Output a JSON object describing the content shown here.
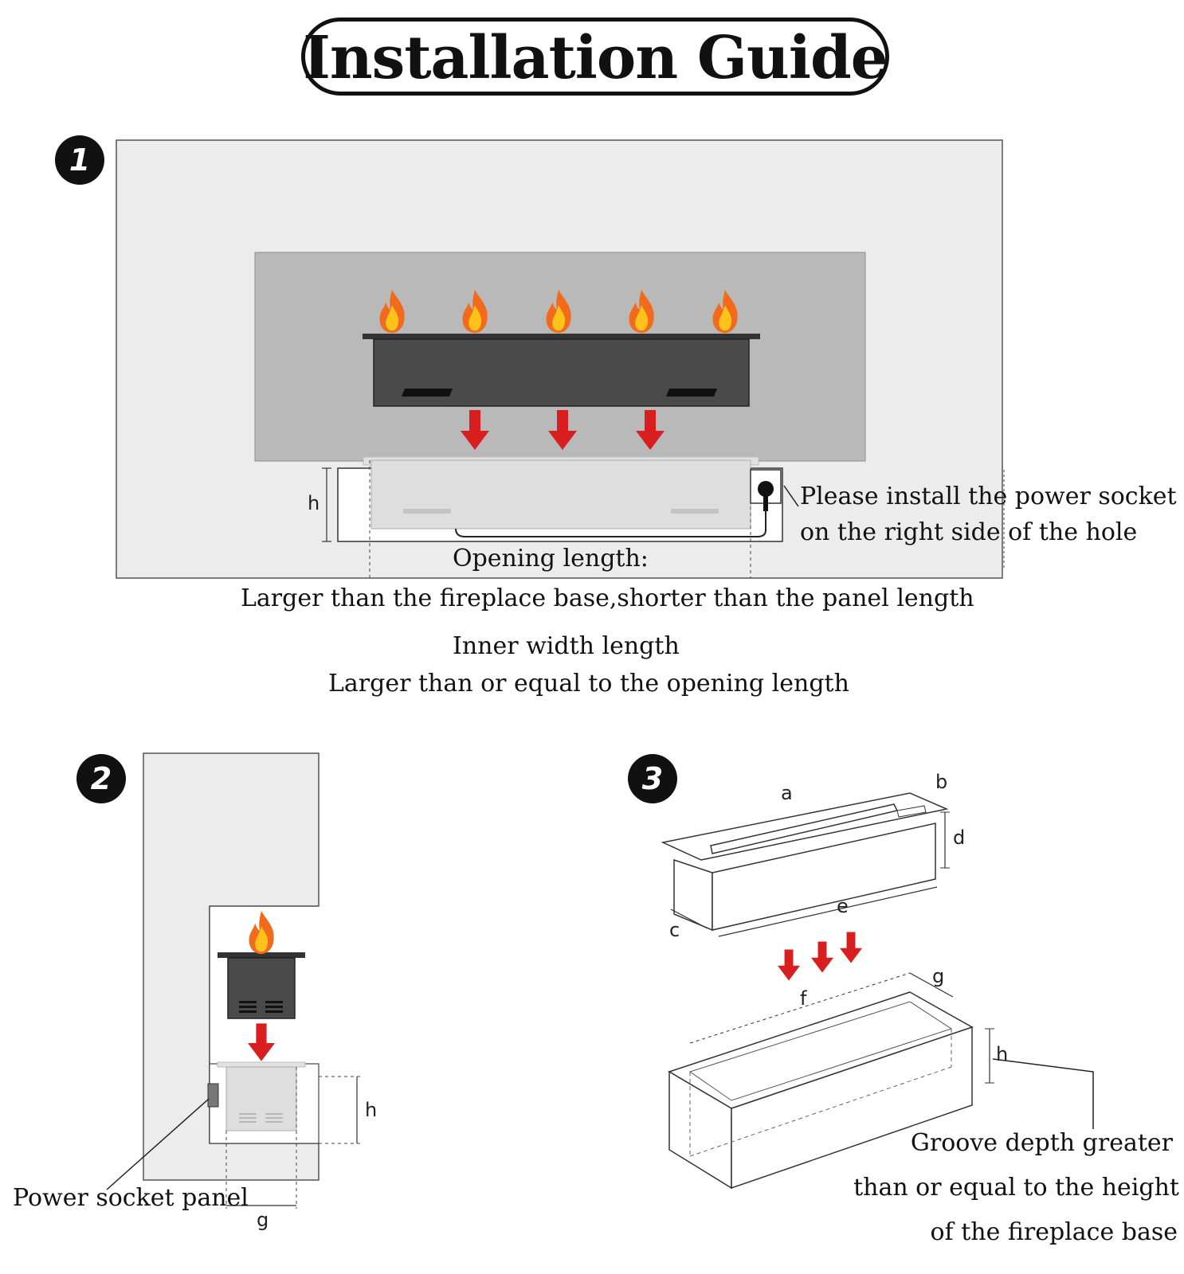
{
  "title": "Installation Guide",
  "steps": [
    "1",
    "2",
    "3"
  ],
  "step1": {
    "dim_h": "h",
    "socket_note_line1": "Please install the power socket",
    "socket_note_line2": "on the right side of the hole",
    "opening_label": "Opening length:",
    "opening_desc": "Larger than the fireplace base,shorter than the panel length",
    "inner_label": "Inner width length",
    "inner_desc": "Larger than or equal to the opening length"
  },
  "step2": {
    "power_socket_label": "Power socket panel",
    "dim_h": "h",
    "dim_g": "g"
  },
  "step3": {
    "dims": [
      "a",
      "b",
      "c",
      "d",
      "e",
      "f",
      "g",
      "h"
    ],
    "groove_line1": "Groove depth greater",
    "groove_line2": "than or equal to the height",
    "groove_line3": "of the fireplace base"
  },
  "colors": {
    "arrow": "#d81e1e",
    "flame_outer": "#f26a1b",
    "flame_inner": "#ffc21a",
    "wall": "#ececec",
    "panel": "#b9b9b9",
    "burner": "#4a4a4a"
  },
  "icons": [
    "flame-icon",
    "down-arrow-icon",
    "power-socket-icon"
  ]
}
